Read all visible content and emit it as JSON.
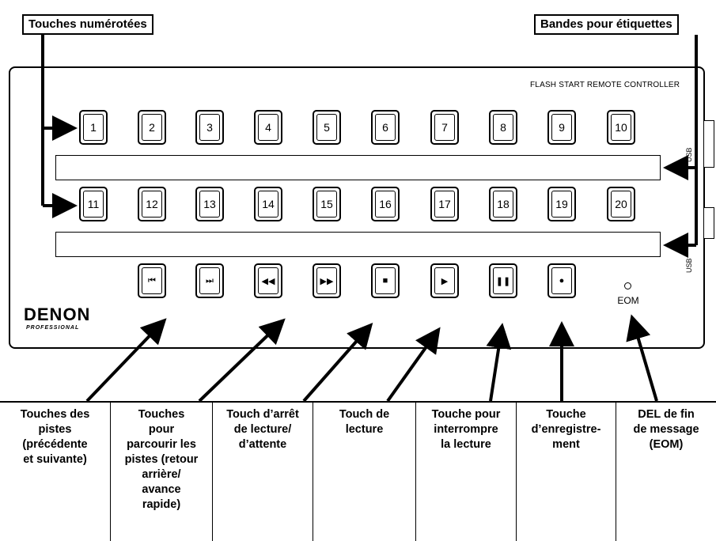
{
  "callouts": {
    "numbered_keys": "Touches numérotées",
    "label_strips": "Bandes pour étiquettes"
  },
  "device": {
    "title": "FLASH START REMOTE CONTROLLER",
    "brand": "DENON",
    "brand_sub": "PROFESSIONAL",
    "usb_label": "USB",
    "eom_label": "EOM"
  },
  "keys_row1": [
    "1",
    "2",
    "3",
    "4",
    "5",
    "6",
    "7",
    "8",
    "9",
    "10"
  ],
  "keys_row2": [
    "11",
    "12",
    "13",
    "14",
    "15",
    "16",
    "17",
    "18",
    "19",
    "20"
  ],
  "transport_icons": [
    "previous-track-icon",
    "next-track-icon",
    "rewind-icon",
    "fast-forward-icon",
    "stop-icon",
    "play-icon",
    "pause-icon",
    "record-icon"
  ],
  "transport_glyphs": [
    "⏮",
    "⏭",
    "◀◀",
    "▶▶",
    "■",
    "▶",
    "❚❚",
    "●"
  ],
  "labels": [
    "Touches des\npistes\n(précédente\net suivante)",
    "Touches\npour\nparcourir les\npistes (retour\narrière/\navance\nrapide)",
    "Touch d’arrêt\nde lecture/\nd’attente",
    "Touch de\nlecture",
    "Touche pour\ninterrompre\nla lecture",
    "Touche\nd’enregistre-\nment",
    "DEL de fin\nde message\n(EOM)"
  ]
}
